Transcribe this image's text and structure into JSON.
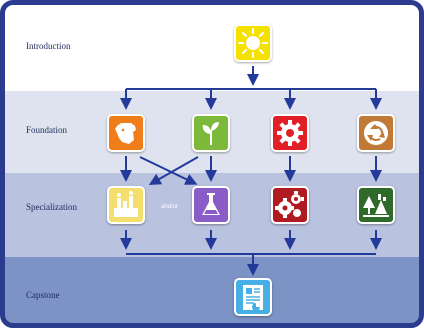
{
  "rows": {
    "intro": "Introduction",
    "foundation": "Foundation",
    "specialization": "Specialization",
    "capstone": "Capstone"
  },
  "connector_text": "and/or",
  "tiles": {
    "intro": {
      "icon": "sun-icon",
      "color": "#f5e100"
    },
    "foundation": [
      {
        "icon": "cow-icon",
        "color": "#ef7d1a"
      },
      {
        "icon": "plant-sprout-icon",
        "color": "#7cb83a"
      },
      {
        "icon": "gear-icon",
        "color": "#e11f26"
      },
      {
        "icon": "recycle-icon",
        "color": "#c07a36"
      }
    ],
    "specialization": [
      {
        "icon": "factory-icon",
        "color": "#f4de6e"
      },
      {
        "icon": "lab-flask-icon",
        "color": "#8a5cc8"
      },
      {
        "icon": "gears-icon",
        "color": "#b01b22"
      },
      {
        "icon": "forest-plant-icon",
        "color": "#2f6a2a"
      }
    ],
    "capstone": {
      "icon": "document-icon",
      "color": "#46b0e6"
    }
  },
  "colors": {
    "frame": "#2b3c8f",
    "arrows": "#243a9a"
  }
}
